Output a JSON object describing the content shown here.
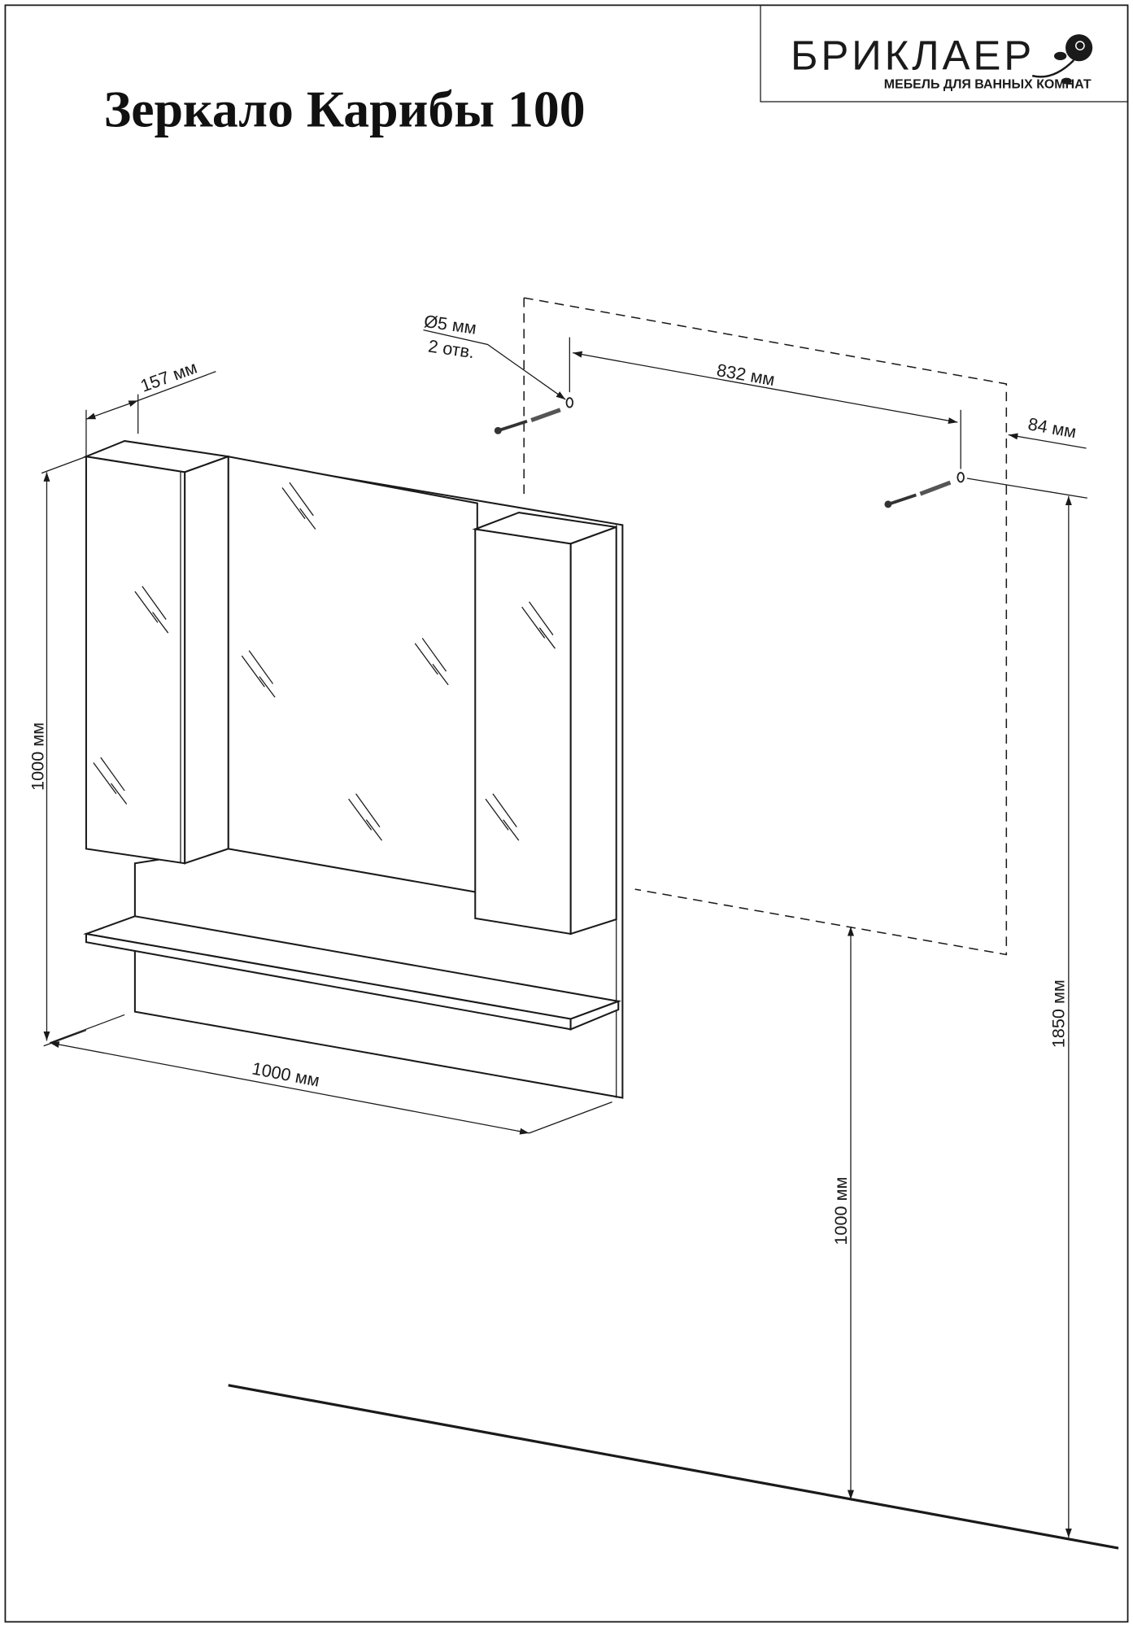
{
  "title": "Зеркало Карибы 100",
  "logo": {
    "brand": "БРИКЛАЕР",
    "tagline": "МЕБЕЛЬ ДЛЯ ВАННЫХ КОМНАТ"
  },
  "dimensions": {
    "depth": "157 мм",
    "height": "1000 мм",
    "width": "1000 мм",
    "hole_spacing": "832 мм",
    "hole_offset": "84 мм",
    "hole_diameter": "Ø5 мм",
    "hole_count": "2 отв.",
    "mount_height": "1850 мм",
    "bottom_height": "1000 мм"
  }
}
